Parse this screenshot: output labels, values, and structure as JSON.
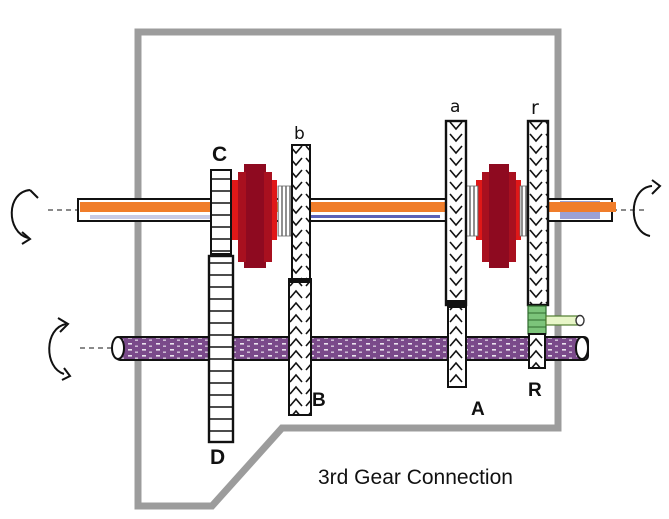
{
  "gear_labels": {
    "C": "C",
    "D": "D",
    "b": "b",
    "B": "B",
    "a": "a",
    "A": "A",
    "r": "r",
    "R": "R"
  },
  "caption": "3rd Gear Connection",
  "colors": {
    "housing": "#9c9c9c",
    "power_flow": "#f07d2a",
    "hub_dark": "#8e0a20",
    "hub_red": "#e01818",
    "counter_shaft": "#7a4a8a",
    "idler": "#7cc47a",
    "outline": "#111111"
  },
  "icons": {
    "input_rotation": "rotation-arrow-icon",
    "output_rotation": "rotation-arrow-icon",
    "counter_rotation": "rotation-arrow-icon"
  }
}
